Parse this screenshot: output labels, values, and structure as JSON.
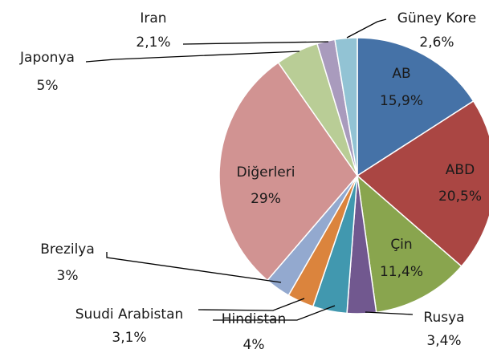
{
  "chart_data": {
    "type": "pie",
    "start_angle_deg": 0,
    "direction": "clockwise",
    "legend": "none",
    "slices": [
      {
        "name": "AB",
        "value": 15.9,
        "label": "15,9%",
        "color": "#4572a7"
      },
      {
        "name": "ABD",
        "value": 20.5,
        "label": "20,5%",
        "color": "#aa4643"
      },
      {
        "name": "Çin",
        "value": 11.4,
        "label": "11,4%",
        "color": "#89a54e"
      },
      {
        "name": "Rusya",
        "value": 3.4,
        "label": "3,4%",
        "color": "#71588f"
      },
      {
        "name": "Hindistan",
        "value": 4,
        "label": "4%",
        "color": "#4198af"
      },
      {
        "name": "Suudi Arabistan",
        "value": 3.1,
        "label": "3,1%",
        "color": "#db843d"
      },
      {
        "name": "Brezilya",
        "value": 3,
        "label": "3%",
        "color": "#93a9cf"
      },
      {
        "name": "Diğerleri",
        "value": 29,
        "label": "29%",
        "color": "#d19392"
      },
      {
        "name": "Japonya",
        "value": 5,
        "label": "5%",
        "color": "#b9cd96"
      },
      {
        "name": "Iran",
        "value": 2.1,
        "label": "2,1%",
        "color": "#a99bbd"
      },
      {
        "name": "Güney Kore",
        "value": 2.6,
        "label": "2,6%",
        "color": "#92c3d4"
      }
    ]
  }
}
